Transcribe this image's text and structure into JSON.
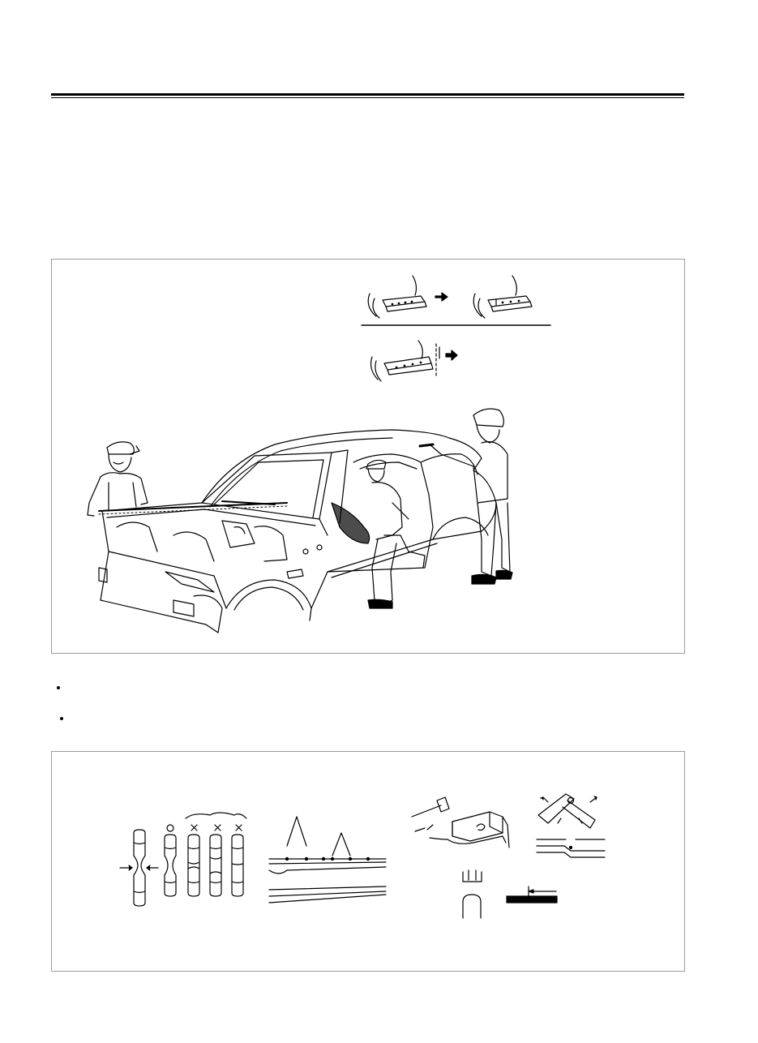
{
  "page": {
    "header_rule": "double",
    "figure_1": {
      "name": "body-repair-illustration"
    },
    "figure_2": {
      "name": "welding-technique-diagrams"
    },
    "bullets": [
      {
        "text": ""
      },
      {
        "text": ""
      }
    ]
  },
  "icons": {
    "arrow": "arrow-right-icon",
    "circle_ok": "circle-mark-icon",
    "cross_ng": "cross-mark-icon"
  },
  "colors": {
    "line": "#000000",
    "panel_border": "#9a9a9a",
    "background": "#ffffff"
  }
}
